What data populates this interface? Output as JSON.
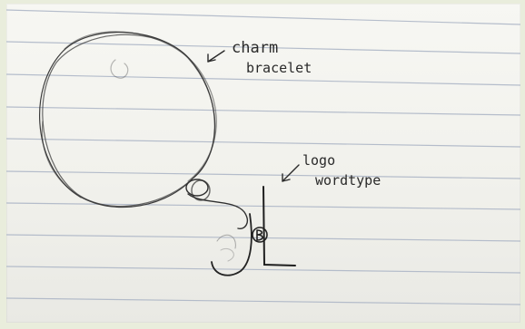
{
  "photo": {
    "subject": "pencil sketch on lined notebook paper",
    "annotations": [
      {
        "line1": "charm",
        "line2": "bracelet"
      },
      {
        "line1": "logo",
        "line2": "wordtype"
      }
    ],
    "monogram_letters": [
      "J",
      "B",
      "L"
    ]
  },
  "colors": {
    "paper": "#f4f4ef",
    "rule_line": "#aeb7c7",
    "pencil": "#2a2a2a",
    "frame": "#e9eddc"
  }
}
